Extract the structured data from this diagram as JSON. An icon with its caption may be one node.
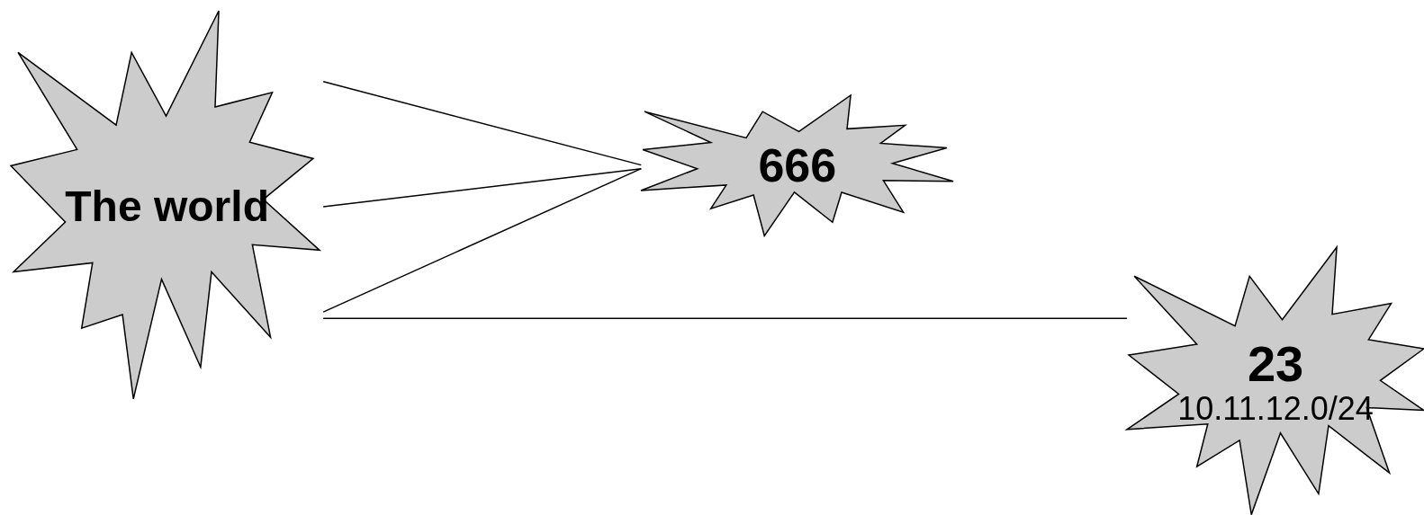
{
  "diagram": {
    "nodes": [
      {
        "text": [
          "The world"
        ]
      },
      {
        "text": [
          "666"
        ]
      },
      {
        "text": [
          "23",
          "10.11.12.0/24"
        ]
      }
    ],
    "edges": [
      {
        "from": 0,
        "to": 1,
        "arrow": "none"
      },
      {
        "from": 0,
        "to": 1,
        "arrow": "none"
      },
      {
        "from": 0,
        "to": 1,
        "arrow": "none"
      },
      {
        "from": 0,
        "to": 2,
        "arrow": "none"
      }
    ]
  }
}
